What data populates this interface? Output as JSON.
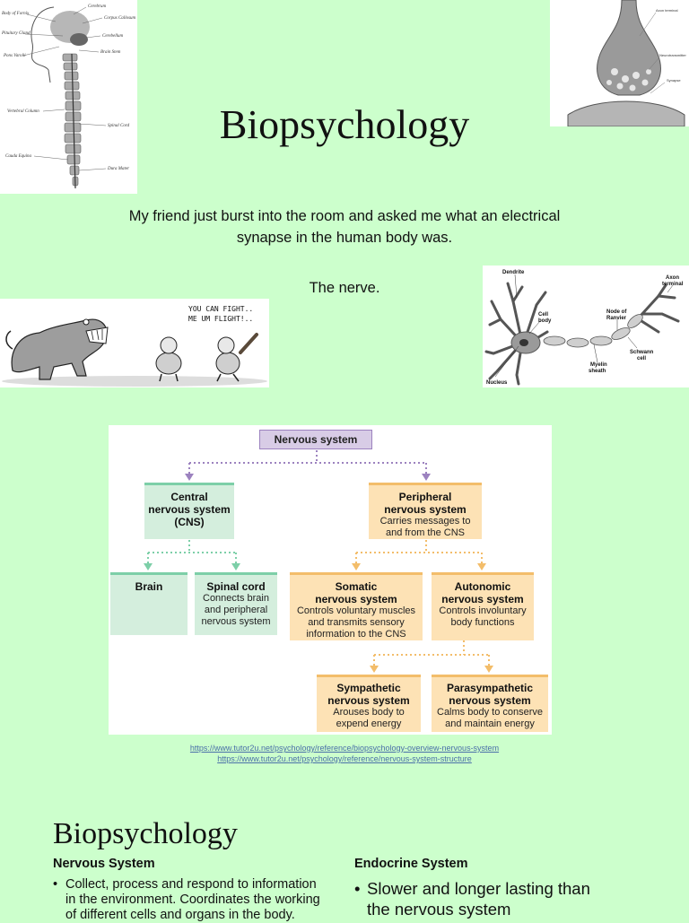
{
  "slide1": {
    "title": "Biopsychology",
    "joke_line1": "My friend just burst into the room and asked me what an electrical",
    "joke_line2": "synapse in the human body was.",
    "punchline": "The nerve.",
    "cartoon_caption_line1": "YOU CAN FIGHT..",
    "cartoon_caption_line2": "ME UM FLIGHT!..",
    "spine_labels": [
      "Cerebrum",
      "Body of Fornix",
      "Corpus Callosum",
      "Pituitary Gland",
      "Cerebellum",
      "Pons Varolii",
      "Brain Stem",
      "Vertebral Column",
      "Spinal Cord",
      "Cauda Equina",
      "Dura Mater"
    ],
    "synapse_labels": [
      "Axon terminal",
      "Neurotransmitter",
      "Synapse"
    ],
    "neuron_labels": {
      "dendrite": "Dendrite",
      "axon_terminal_1": "Axon",
      "axon_terminal_2": "terminal",
      "cell_body_1": "Cell",
      "cell_body_2": "body",
      "node_1": "Node of",
      "node_2": "Ranvier",
      "schwann_1": "Schwann",
      "schwann_2": "cell",
      "myelin_1": "Myelin",
      "myelin_2": "sheath",
      "nucleus": "Nucleus"
    }
  },
  "flowchart": {
    "root": "Nervous system",
    "cns": {
      "title_1": "Central",
      "title_2": "nervous system",
      "title_3": "(CNS)"
    },
    "pns": {
      "title_1": "Peripheral",
      "title_2": "nervous system",
      "desc_1": "Carries messages to",
      "desc_2": "and from the CNS"
    },
    "brain": {
      "title": "Brain"
    },
    "spinal": {
      "title": "Spinal cord",
      "desc_1": "Connects brain",
      "desc_2": "and peripheral",
      "desc_3": "nervous system"
    },
    "somatic": {
      "title_1": "Somatic",
      "title_2": "nervous system",
      "desc_1": "Controls voluntary muscles",
      "desc_2": "and transmits sensory",
      "desc_3": "information to the CNS"
    },
    "autonomic": {
      "title_1": "Autonomic",
      "title_2": "nervous system",
      "desc_1": "Controls involuntary",
      "desc_2": "body functions"
    },
    "sympathetic": {
      "title_1": "Sympathetic",
      "title_2": "nervous system",
      "desc_1": "Arouses body to",
      "desc_2": "expend energy"
    },
    "parasympathetic": {
      "title_1": "Parasympathetic",
      "title_2": "nervous system",
      "desc_1": "Calms body to conserve",
      "desc_2": "and maintain energy"
    }
  },
  "links": {
    "link1": "https://www.tutor2u.net/psychology/reference/biopsychology-overview-nervous-system",
    "link2": "https://www.tutor2u.net/psychology/reference/nervous-system-structure"
  },
  "slide2": {
    "title": "Biopsychology",
    "left_heading": "Nervous System",
    "left_bullet_1": "Collect, process and respond to information",
    "left_bullet_2": "in the environment. Coordinates the working",
    "left_bullet_3": "of different cells and organs in the body.",
    "right_heading": "Endocrine System",
    "right_bullet_1": "Slower and longer lasting than",
    "right_bullet_2": "the nervous system",
    "bullet_char": "•"
  },
  "colors": {
    "background": "#ccffcc",
    "cns_accent": "#7dcfa8",
    "pns_accent": "#f3bd6a",
    "root_accent": "#9c82bf",
    "link": "#4a6fa8"
  }
}
